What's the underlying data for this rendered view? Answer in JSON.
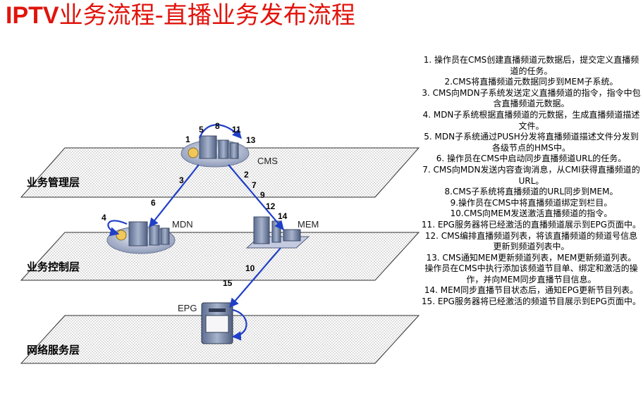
{
  "title": {
    "latin": "IPTV",
    "rest": "业务流程-直播业务发布流程"
  },
  "layers": [
    "业务管理层",
    "业务控制层",
    "网络服务层"
  ],
  "nodes": {
    "cms": "CMS",
    "mdn": "MDN",
    "mem": "MEM",
    "epg": "EPG"
  },
  "step_numbers": [
    "1",
    "5",
    "8",
    "11",
    "13",
    "3",
    "2",
    "7",
    "9",
    "6",
    "4",
    "12",
    "14",
    "10",
    "15"
  ],
  "steps": [
    "1. 操作员在CMS创建直播频道元数据后，提交定义直播频道的任务。",
    "2.CMS将直播频道元数据同步到MEM子系统。",
    "3. CMS向MDN子系统发送定义直播频道的指令，指令中包含直播频道元数据。",
    "4. MDN子系统根据直播频道的元数据，生成直播频道描述文件。",
    "5. MDN子系统通过PUSH分发将直播频道描述文件分发到各级节点的HMS中。",
    "6. 操作员在CMS中启动同步直播频道URL的任务。",
    "7. CMS向MDN发送内容查询消息，从CMI获得直播频道的URL。",
    "8.CMS子系统将直播频道的URL同步到MEM。",
    "9.操作员在CMS中将直播频道绑定到栏目。",
    "10.CMS向MEM发送激活直播频道的指令。",
    "11. EPG服务器将已经激活的直播频道展示到EPG页面中。",
    "12. CMS编排直播频道列表，将该直播频道的频道号信息更新到频道列表中。",
    "13. CMS通知MEM更新频道列表，MEM更新频道列表。",
    "操作员在CMS中执行添加该频道节目单、绑定和激活的操作，并向MEM同步直播节目信息。",
    "14. MEM同步直播节目状态后，通知EPG更新节目列表。",
    "15. EPG服务器将已经激活的频道节目展示到EPG页面中。"
  ],
  "colors": {
    "title": "#e0140c",
    "arrow": "#1f3fc8",
    "plane_edge": "#333333"
  }
}
